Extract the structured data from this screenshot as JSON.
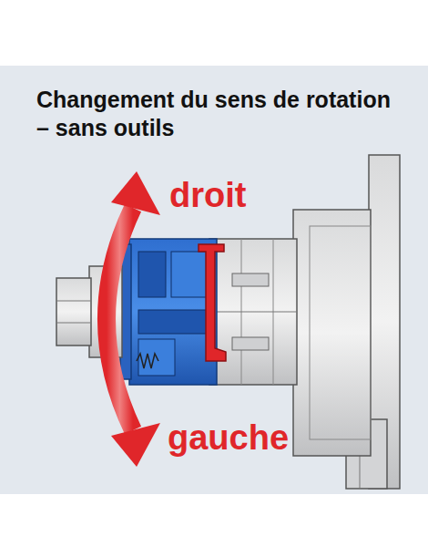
{
  "diagram": {
    "title": "Changement du sens de rotation – sans outils",
    "labels": [
      "droit",
      "gauche"
    ]
  }
}
